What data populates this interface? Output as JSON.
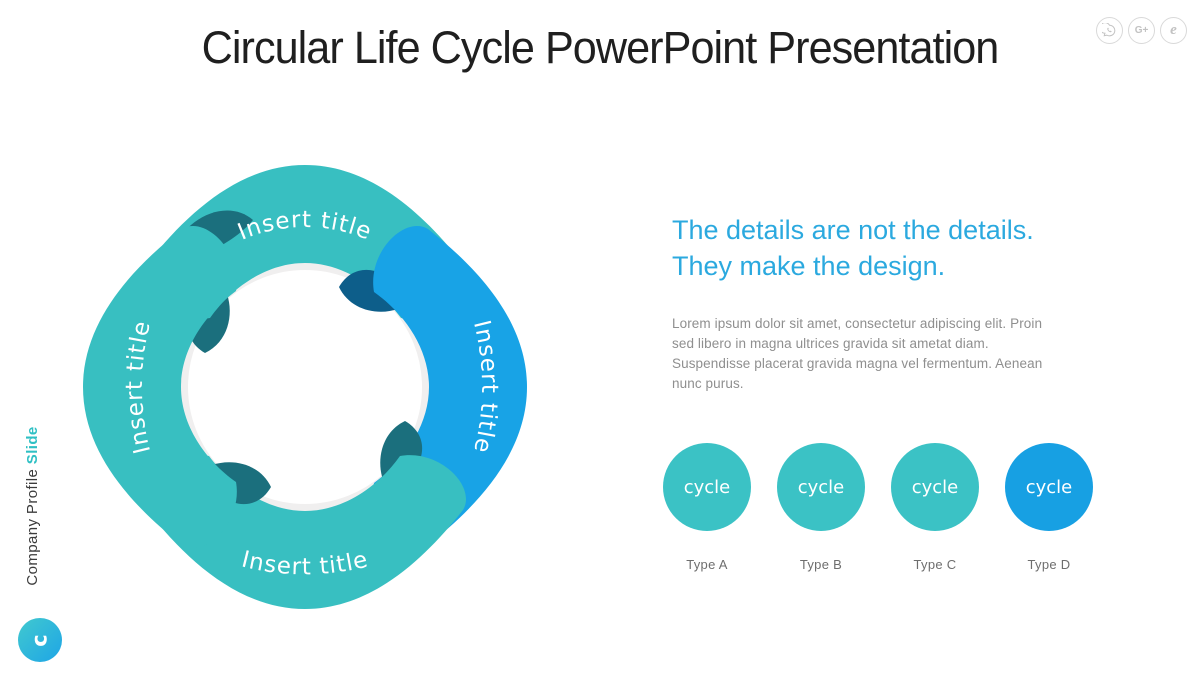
{
  "slide": {
    "title": "Circular Life Cycle PowerPoint Presentation",
    "title_color": "#1f1f1f",
    "background": "#ffffff",
    "social_icons": [
      {
        "name": "whatsapp"
      },
      {
        "name": "google-plus",
        "glyph": "G+"
      },
      {
        "name": "internet-explorer",
        "glyph": "e"
      }
    ],
    "sidebar": {
      "label_main": "Company Profile ",
      "label_accent": "Slide",
      "accent_color": "#2fc0c4",
      "badge_letter": "c",
      "badge_gradient": [
        "#41c9cf",
        "#1ea5e6"
      ]
    },
    "diagram": {
      "ring_color": "#f0efef",
      "segments": [
        {
          "position": "top",
          "label": "Insert title",
          "color": "#38bfc1",
          "fold_color": "#1b6f7d"
        },
        {
          "position": "right",
          "label": "Insert title",
          "color": "#18a3e6",
          "fold_color": "#0d5e8a"
        },
        {
          "position": "bottom",
          "label": "Insert title",
          "color": "#38bfc1",
          "fold_color": "#1b6f7d"
        },
        {
          "position": "left",
          "label": "Insert title",
          "color": "#38bfc1",
          "fold_color": "#1b6f7d"
        }
      ]
    },
    "content": {
      "heading_line1": "The details are not the details.",
      "heading_line2": "They make the design.",
      "heading_color": "#2ba9df",
      "body_lines": [
        "Lorem ipsum dolor sit amet, consectetur adipiscing elit. Proin",
        "sed libero in magna ultrices gravida sit ametat diam.",
        "Suspendisse placerat gravida magna vel fermentum. Aenean",
        "nunc purus."
      ],
      "cycles": [
        {
          "circle_label": "cycle",
          "type_label": "Type A",
          "color": "#3bc2c5"
        },
        {
          "circle_label": "cycle",
          "type_label": "Type B",
          "color": "#3bc2c5"
        },
        {
          "circle_label": "cycle",
          "type_label": "Type C",
          "color": "#3bc2c5"
        },
        {
          "circle_label": "cycle",
          "type_label": "Type D",
          "color": "#17a0e3"
        }
      ]
    }
  }
}
